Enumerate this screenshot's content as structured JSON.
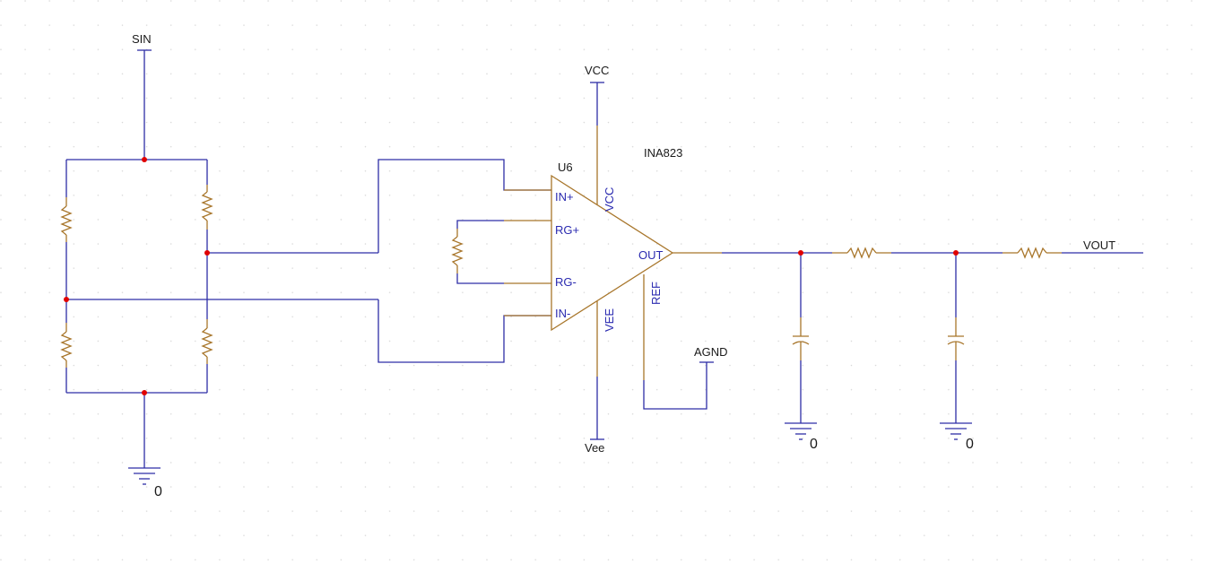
{
  "nets": {
    "sin": "SIN",
    "vcc": "VCC",
    "vee": "Vee",
    "agnd": "AGND",
    "vout": "VOUT"
  },
  "amplifier": {
    "refdes": "U6",
    "part": "INA823",
    "pins": {
      "in_plus": "IN+",
      "rg_plus": "RG+",
      "rg_minus": "RG-",
      "in_minus": "IN-",
      "out": "OUT",
      "vcc": "VCC",
      "vee": "VEE",
      "ref": "REF"
    }
  },
  "grounds": {
    "bridge": "0",
    "filter1": "0",
    "filter2": "0"
  },
  "colors": {
    "wire": "#2e2ea6",
    "component": "#a8762b",
    "junction": "#e00000",
    "pin_label": "#2a2ab0"
  }
}
